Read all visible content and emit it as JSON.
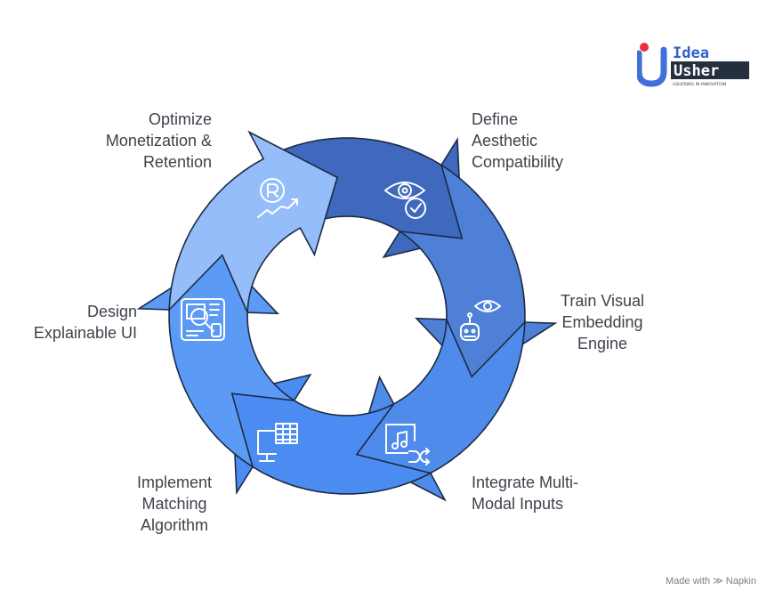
{
  "logo": {
    "line1": "Idea",
    "line2": "Usher",
    "tagline": "USHERING IN INNOVATION"
  },
  "cycle": {
    "steps": [
      {
        "id": "define",
        "lines": [
          "Define",
          "Aesthetic",
          "Compatibility"
        ],
        "icon": "eye-check-icon",
        "color": "#3f69bd"
      },
      {
        "id": "train",
        "lines": [
          "Train Visual",
          "Embedding",
          "Engine"
        ],
        "icon": "robot-eye-icon",
        "color": "#4d80d6"
      },
      {
        "id": "integrate",
        "lines": [
          "Integrate Multi-",
          "Modal Inputs"
        ],
        "icon": "music-shuffle-icon",
        "color": "#4f8beb"
      },
      {
        "id": "implement",
        "lines": [
          "Implement",
          "Matching",
          "Algorithm"
        ],
        "icon": "monitor-table-icon",
        "color": "#4a8cf2"
      },
      {
        "id": "design",
        "lines": [
          "Design",
          "Explainable UI"
        ],
        "icon": "ui-panel-search-icon",
        "color": "#5b9bf5"
      },
      {
        "id": "optimize",
        "lines": [
          "Optimize",
          "Monetization &",
          "Retention"
        ],
        "icon": "registered-trend-icon",
        "color": "#94bdf9"
      }
    ]
  },
  "footer": {
    "made_with": "Made with",
    "brand": "Napkin"
  }
}
